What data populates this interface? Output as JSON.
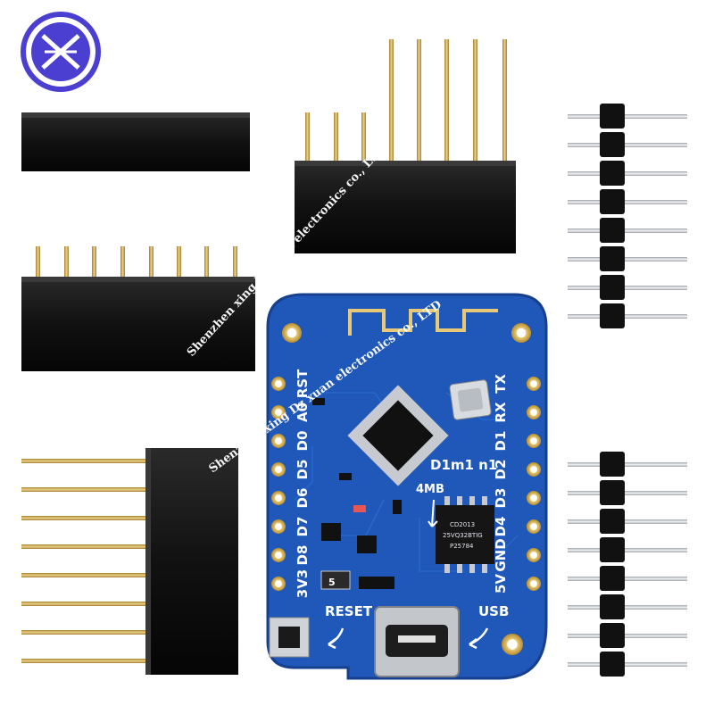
{
  "logo": {
    "name": "seal-logo"
  },
  "board": {
    "left_pins": [
      "RST",
      "A0",
      "D0",
      "D5",
      "D6",
      "D7",
      "D8",
      "3V3"
    ],
    "right_pins": [
      "TX",
      "RX",
      "D1",
      "D2",
      "D3",
      "D4",
      "GND",
      "5V"
    ],
    "model": "D1m1 n1",
    "flash": "4MB",
    "reset_label": "RESET",
    "usb_label": "USB",
    "small_label": "5",
    "chip_text": [
      "CD2013",
      "25VQ32BTIG",
      "P25784"
    ]
  },
  "watermark": {
    "line1": "Shenzhen xing Dz xuan electronics co., LTD",
    "line2": "Shenzhen xing Dz xuan electronics co., LTD"
  },
  "colors": {
    "pcb": "#1f58b8",
    "pcb_edge": "#163f8e",
    "header": "#111111",
    "gold_pin": "#c9a24b",
    "silver_pin": "#c9ccd0",
    "logo_ring": "#4b3fd1"
  }
}
